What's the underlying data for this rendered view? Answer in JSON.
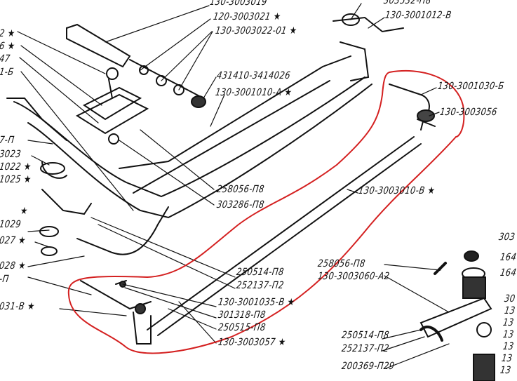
{
  "diagram": {
    "colors": {
      "ink": "#111111",
      "highlight": "#d42020",
      "paper": "#ffffff"
    },
    "labels_top": [
      "130-3003019",
      "120-3003021 ★",
      "130-3003022-01 ★",
      "431410-3414026",
      "130-3001010-А ★",
      "303532-П8",
      "130-3001012-В"
    ],
    "labels_right_rod": [
      "130-3001030-Б",
      "130-3003056",
      "130-3003010-В ★"
    ],
    "labels_center": [
      "258056-П8",
      "303286-П8",
      "250514-П8",
      "252137-П2",
      "130-3001035-В ★",
      "301318-П8",
      "250515-П8",
      "130-3003057 ★"
    ],
    "labels_lever": [
      "258056-П8",
      "130-3003060-А2",
      "250514-П8",
      "252137-П2",
      "200369-П29"
    ],
    "labels_right_edge": [
      "303",
      "164",
      "164",
      "30",
      "13",
      "13",
      "13",
      "13",
      "13",
      "13"
    ],
    "labels_left_edge": [
      "2 ★",
      "6 ★",
      "47",
      "1-Б",
      "7-П",
      "3023",
      "1022 ★",
      "1025 ★",
      "★",
      "1029",
      "027 ★",
      "028 ★",
      "-П",
      "031-В ★"
    ]
  }
}
